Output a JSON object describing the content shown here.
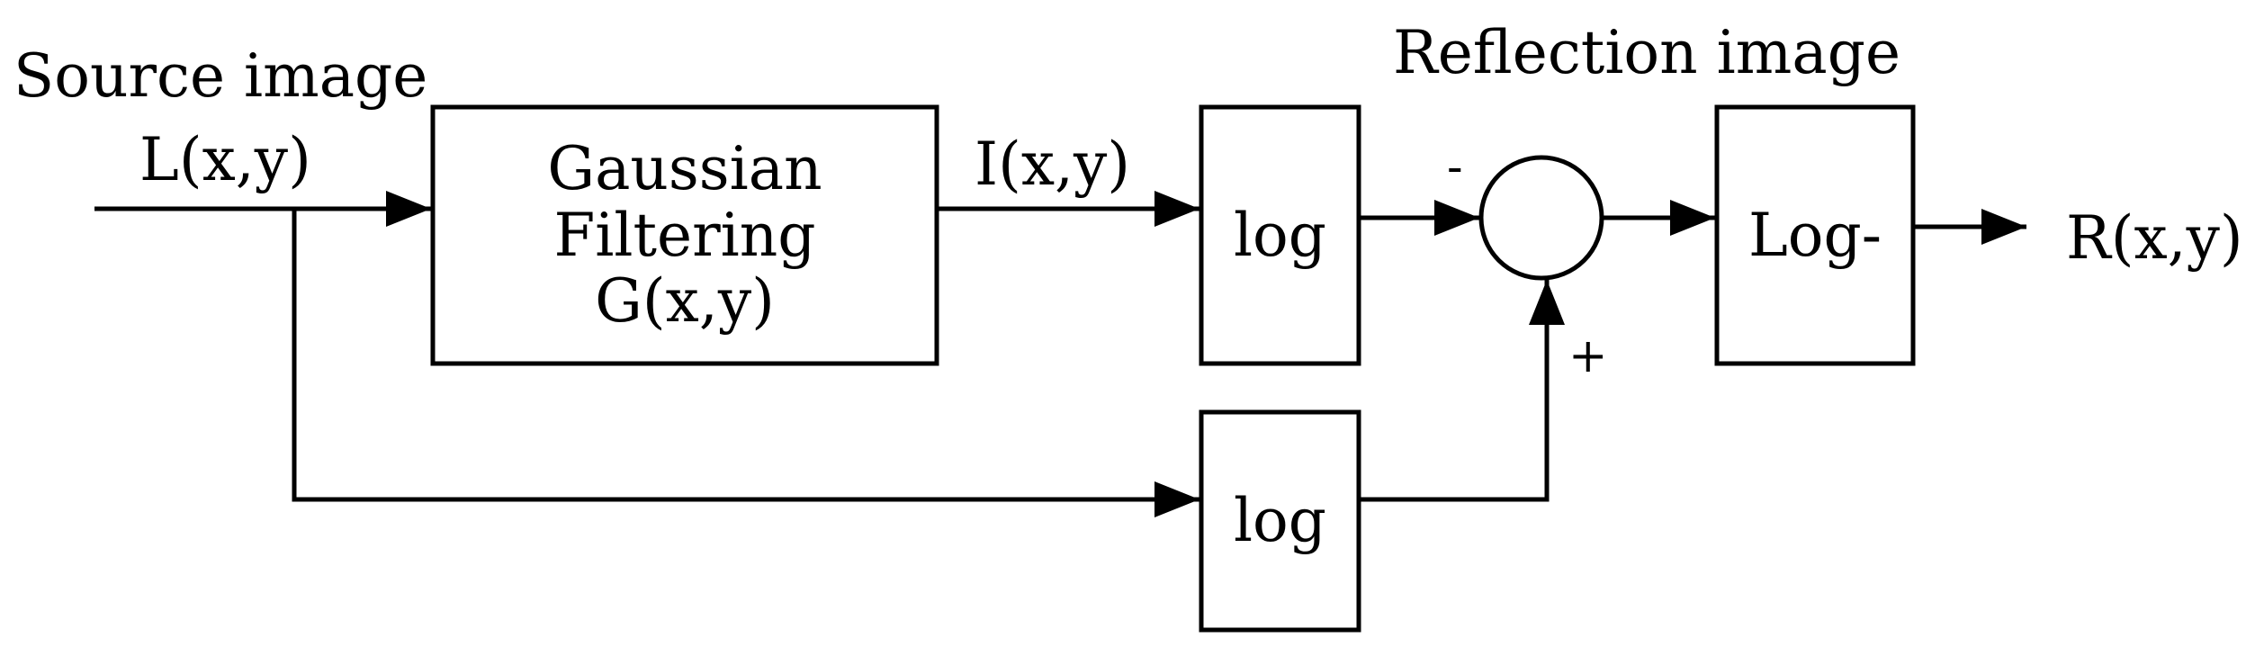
{
  "diagram": {
    "labels": {
      "source_image": "Source image",
      "source_signal": "L(x,y)",
      "filtered_signal": "I(x,y)",
      "reflection_image": "Reflection image",
      "output_signal": "R(x,y)",
      "minus_sign": "-",
      "plus_sign": "+"
    },
    "blocks": {
      "gaussian": {
        "line1": "Gaussian",
        "line2": "Filtering",
        "line3": "G(x,y)"
      },
      "log_top": "log",
      "log_bottom": "log",
      "log_inverse": "Log-"
    },
    "colors": {
      "stroke": "#000000",
      "background": "#ffffff"
    }
  }
}
